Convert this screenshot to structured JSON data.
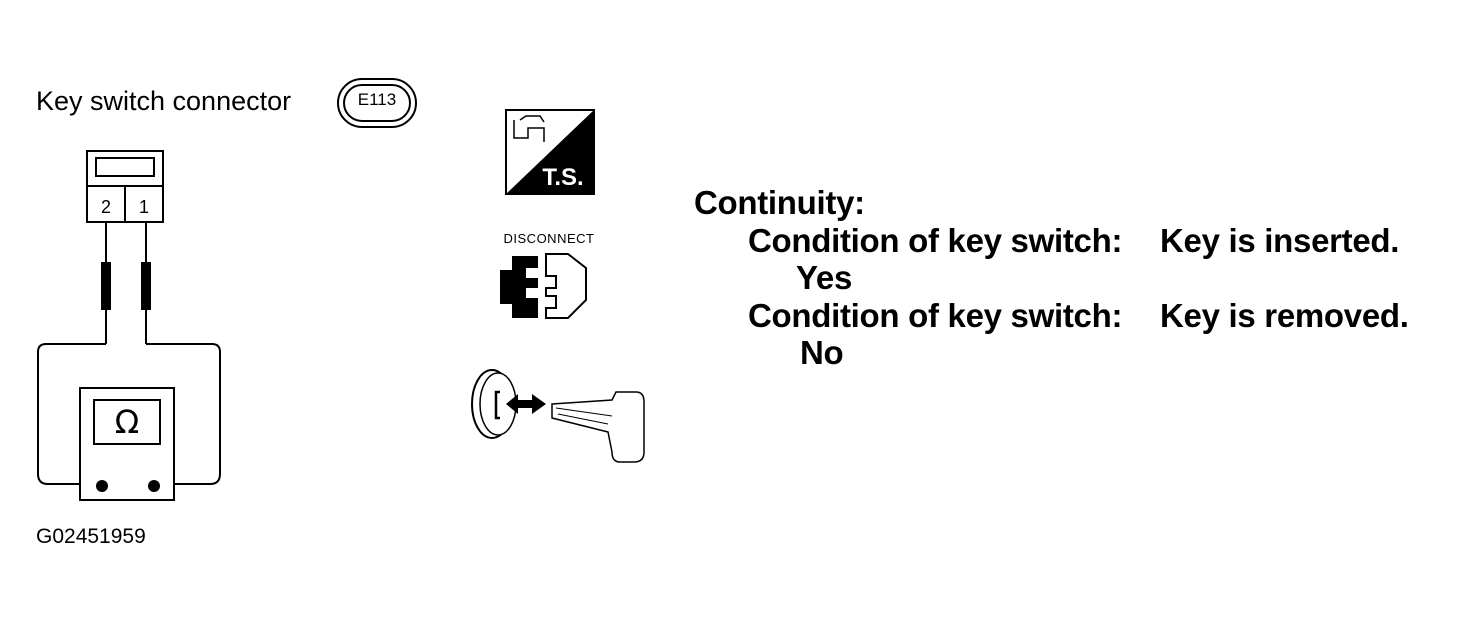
{
  "connector": {
    "title": "Key switch connector",
    "badge": "E113",
    "pin_left": "2",
    "pin_right": "1"
  },
  "tester": {
    "symbol": "Ω"
  },
  "icons": {
    "ts_label": "T.S.",
    "disconnect_label": "DISCONNECT",
    "ts_icon_name": "test-support-icon",
    "disconnect_icon_name": "disconnect-icon",
    "key_icon_name": "key-insert-icon"
  },
  "code": "G02451959",
  "continuity": {
    "heading": "Continuity:",
    "rows": [
      {
        "condition_label": "Condition of key switch:",
        "condition_value": "Key is inserted.",
        "result": "Yes"
      },
      {
        "condition_label": "Condition of key switch:",
        "condition_value": "Key is removed.",
        "result": "No"
      }
    ]
  }
}
